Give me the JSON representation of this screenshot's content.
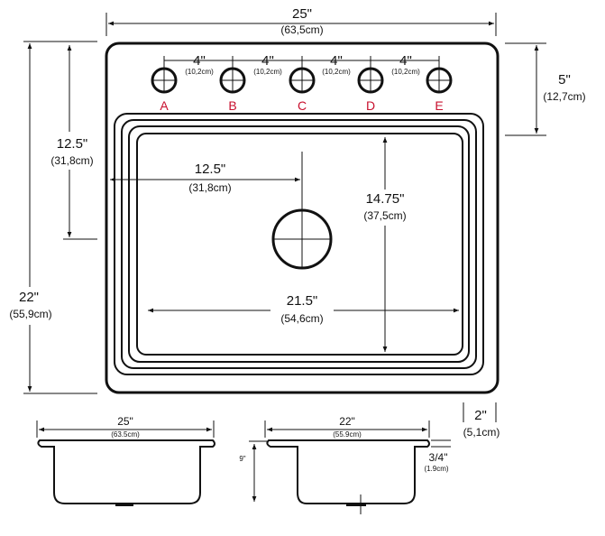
{
  "top_view": {
    "overall_width": {
      "in": "25\"",
      "cm": "(63,5cm)"
    },
    "overall_depth": {
      "in": "22\"",
      "cm": "(55,9cm)"
    },
    "hole_spacing": [
      {
        "in": "4\"",
        "cm": "(10,2cm)"
      },
      {
        "in": "4\"",
        "cm": "(10,2cm)"
      },
      {
        "in": "4\"",
        "cm": "(10,2cm)"
      },
      {
        "in": "4\"",
        "cm": "(10,2cm)"
      }
    ],
    "faucet_holes": [
      "A",
      "B",
      "C",
      "D",
      "E"
    ],
    "deck_depth": {
      "in": "5\"",
      "cm": "(12,7cm)"
    },
    "drain_from_top": {
      "in": "12.5\"",
      "cm": "(31,8cm)"
    },
    "drain_from_side": {
      "in": "12.5\"",
      "cm": "(31,8cm)"
    },
    "bowl_depth": {
      "in": "14.75\"",
      "cm": "(37,5cm)"
    },
    "bowl_width": {
      "in": "21.5\"",
      "cm": "(54,6cm)"
    },
    "rim_height": {
      "in": "2\"",
      "cm": "(5,1cm)"
    }
  },
  "side_view_left": {
    "width": {
      "in": "25\"",
      "cm": "(63.5cm)"
    }
  },
  "side_view_right": {
    "width": {
      "in": "22\"",
      "cm": "(55.9cm)"
    },
    "depth": {
      "in": "9\""
    },
    "rim": {
      "in": "3/4\"",
      "cm": "(1.9cm)"
    }
  },
  "colors": {
    "line": "#111111",
    "hole_label": "#c8102e"
  }
}
